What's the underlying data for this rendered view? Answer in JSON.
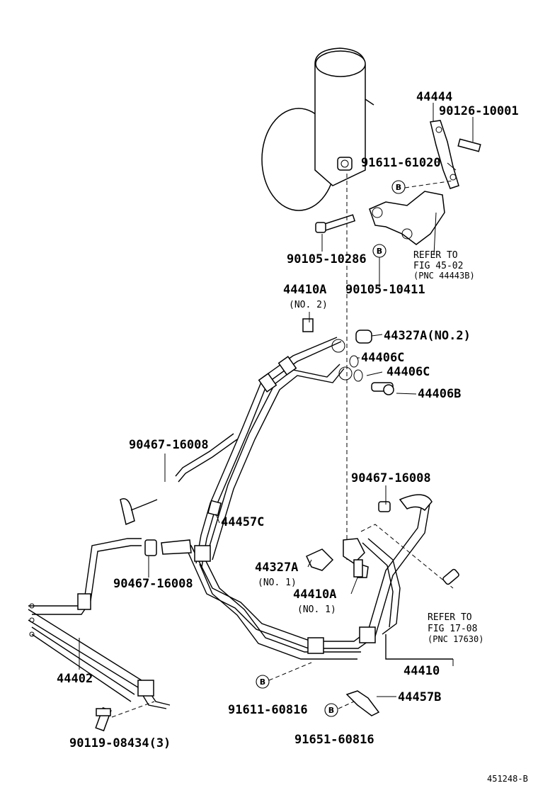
{
  "diagram": {
    "footer_code": "451248-B",
    "ref_marker": "B",
    "parts": {
      "p44444": "44444",
      "p90126_10001": "90126-10001",
      "p91611_61020": "91611-61020",
      "p90105_10286": "90105-10286",
      "p90105_10411": "90105-10411",
      "p44410A_2": "44410A",
      "p44410A_2_note": "(NO. 2)",
      "p44327A_2": "44327A(NO.2)",
      "p44406C_1": "44406C",
      "p44406C_2": "44406C",
      "p44406B": "44406B",
      "p90467_16008_a": "90467-16008",
      "p90467_16008_b": "90467-16008",
      "p90467_16008_c": "90467-16008",
      "p44457C": "44457C",
      "p44327A_1": "44327A",
      "p44327A_1_note": "(NO. 1)",
      "p44410A_1": "44410A",
      "p44410A_1_note": "(NO. 1)",
      "p44402": "44402",
      "p44410": "44410",
      "p91611_60816": "91611-60816",
      "p44457B": "44457B",
      "p91651_60816": "91651-60816",
      "p90119_08434": "90119-08434(3)"
    },
    "refs": {
      "ref1_line1": "REFER TO",
      "ref1_line2": "FIG 45-02",
      "ref1_line3": "(PNC 44443B)",
      "ref2_line1": "REFER TO",
      "ref2_line2": "FIG 17-08",
      "ref2_line3": "(PNC 17630)"
    }
  }
}
